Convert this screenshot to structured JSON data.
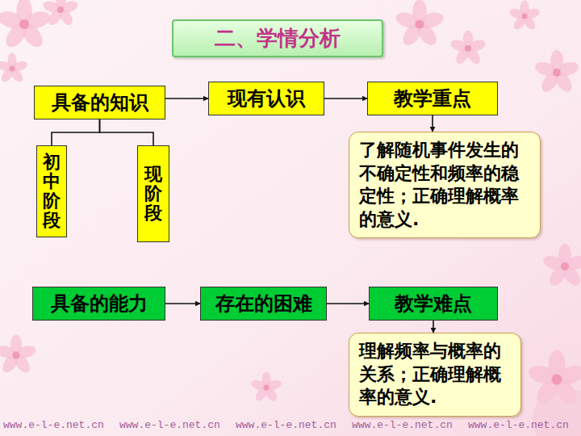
{
  "diagram": {
    "title": "二、学情分析",
    "nodes": [
      {
        "text": [
          "具备的知识"
        ]
      },
      {
        "text": [
          "现有认识"
        ]
      },
      {
        "text": [
          "教学重点"
        ]
      },
      {
        "text": [
          "初中阶段"
        ]
      },
      {
        "text": [
          "现阶段"
        ]
      },
      {
        "text": [
          "了解随机事件发生的不确定性和频率的稳定性；正确理解概率的意义."
        ]
      },
      {
        "text": [
          "具备的能力"
        ]
      },
      {
        "text": [
          "存在的困难"
        ]
      },
      {
        "text": [
          "教学难点"
        ]
      },
      {
        "text": [
          "理解频率与概率的关系；正确理解概率的意义."
        ]
      }
    ],
    "edges": [
      {
        "from": 0,
        "to": 1,
        "arrow": "to"
      },
      {
        "from": 1,
        "to": 2,
        "arrow": "to"
      },
      {
        "from": 0,
        "to": 3,
        "arrow": "none"
      },
      {
        "from": 0,
        "to": 4,
        "arrow": "none"
      },
      {
        "from": 2,
        "to": 5,
        "arrow": "to"
      },
      {
        "from": 6,
        "to": 7,
        "arrow": "to"
      },
      {
        "from": 7,
        "to": 8,
        "arrow": "to"
      },
      {
        "from": 8,
        "to": 9,
        "arrow": "to"
      }
    ],
    "labels": [
      "www.e-l-e.net.cn",
      "www.e-l-e.net.cn",
      "www.e-l-e.net.cn",
      "www.e-l-e.net.cn",
      "www.e-l-e.net.cn"
    ]
  }
}
